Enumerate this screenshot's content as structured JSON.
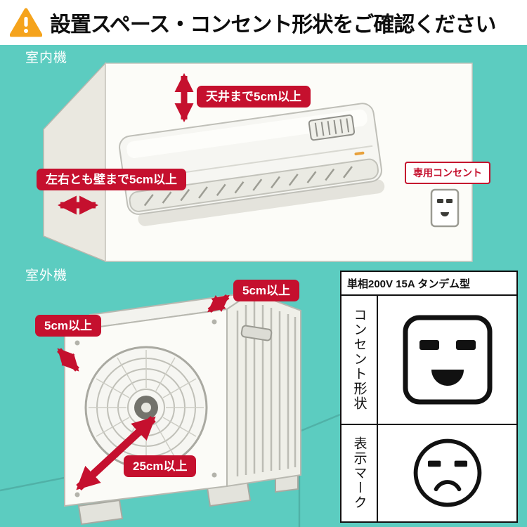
{
  "header": {
    "title": "設置スペース・コンセント形状をご確認ください",
    "warning_icon": "warning-triangle-icon"
  },
  "colors": {
    "background_teal": "#5cccc0",
    "accent_red": "#c5102e",
    "warning_orange": "#f5a31c",
    "panel_black": "#111111"
  },
  "indoor_section": {
    "label": "室内機",
    "ceiling_clearance": "天井まで5cm以上",
    "side_clearance": "左右とも壁まで5cm以上",
    "outlet_callout": "専用コンセント",
    "illustrations": [
      "room-corner-walls",
      "indoor-unit-illustration",
      "wall-outlet-illustration"
    ]
  },
  "outdoor_section": {
    "label": "室外機",
    "top_clearance": "5cm以上",
    "left_clearance": "5cm以上",
    "front_clearance": "25cm以上",
    "illustrations": [
      "outdoor-unit-illustration"
    ]
  },
  "spec_panel": {
    "title": "単相200V 15A タンデム型",
    "rows": [
      {
        "label": "コンセント形状",
        "icon": "outlet-200v-tandem-icon"
      },
      {
        "label": "表示マーク",
        "icon": "tandem-display-mark-icon"
      }
    ]
  }
}
